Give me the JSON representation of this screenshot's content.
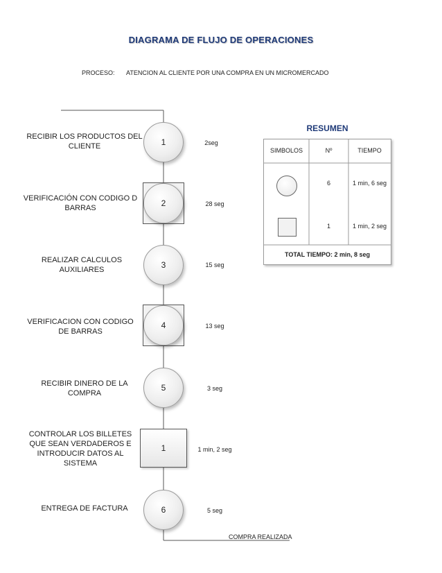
{
  "title": "DIAGRAMA DE FLUJO DE OPERACIONES",
  "process": {
    "label": "PROCESO:",
    "value": "ATENCION AL CLIENTE POR UNA COMPRA EN UN MICROMERCADO"
  },
  "steps": [
    {
      "label": "RECIBIR LOS PRODUCTOS DEL CLIENTE",
      "symbol": "operation",
      "number": "1",
      "time": "2seg"
    },
    {
      "label": "VERIFICACIÓN CON CODIGO D BARRAS",
      "symbol": "combined",
      "number": "2",
      "time": "28 seg"
    },
    {
      "label": "REALIZAR CALCULOS AUXILIARES",
      "symbol": "operation",
      "number": "3",
      "time": "15 seg"
    },
    {
      "label": "VERIFICACION CON CODIGO DE BARRAS",
      "symbol": "combined",
      "number": "4",
      "time": "13 seg"
    },
    {
      "label": "RECIBIR DINERO DE LA COMPRA",
      "symbol": "operation",
      "number": "5",
      "time": "3 seg"
    },
    {
      "label": "CONTROLAR LOS BILLETES QUE SEAN VERDADEROS E INTRODUCIR DATOS AL SISTEMA",
      "symbol": "inspection",
      "number": "1",
      "time": "1 min, 2 seg"
    },
    {
      "label": "ENTREGA DE FACTURA",
      "symbol": "operation",
      "number": "6",
      "time": "5 seg"
    }
  ],
  "end_label": "COMPRA REALIZADA",
  "summary": {
    "title": "RESUMEN",
    "headers": [
      "SIMBOLOS",
      "Nº",
      "TIEMPO"
    ],
    "rows": [
      {
        "symbol": "circle",
        "count": "6",
        "time": "1 min, 6 seg"
      },
      {
        "symbol": "square",
        "count": "1",
        "time": "1 min, 2 seg"
      }
    ],
    "total": "TOTAL TIEMPO:  2 min, 8 seg"
  }
}
